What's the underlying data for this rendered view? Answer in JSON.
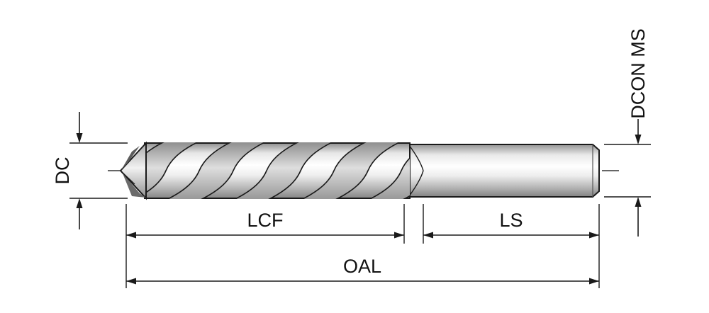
{
  "diagram": {
    "type": "technical-drawing",
    "subject": "twist drill with dimension callouts",
    "labels": {
      "dc": "DC",
      "dcon_ms": "DCON MS",
      "lcf": "LCF",
      "ls": "LS",
      "oal": "OAL"
    },
    "colors": {
      "line": "#1a1a1a",
      "background": "#ffffff",
      "metal_light": "#ffffff",
      "metal_dark": "#8a8a8a"
    }
  }
}
